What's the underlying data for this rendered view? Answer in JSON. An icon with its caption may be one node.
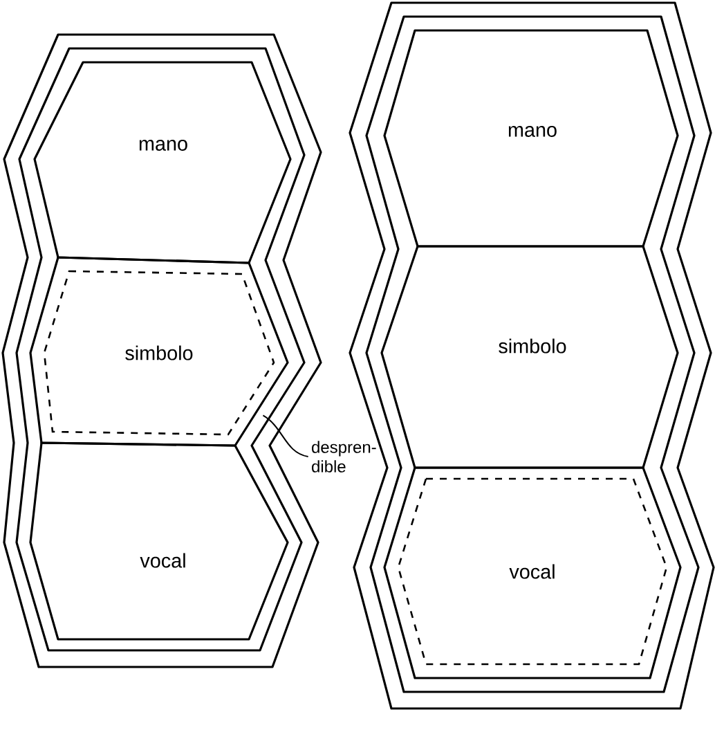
{
  "diagram": {
    "nodes": [
      {
        "text": [],
        "shape": "band"
      },
      {
        "text": [
          "mano"
        ],
        "in": 0
      },
      {
        "text": [],
        "shape": "hexagon",
        "in": 0
      },
      {
        "text": [
          "simbolo"
        ],
        "in": 2
      },
      {
        "text": [
          "vocal"
        ],
        "in": 0
      },
      {
        "text": [],
        "shape": "band"
      },
      {
        "text": [
          "mano"
        ],
        "in": 5
      },
      {
        "text": [
          "simbolo"
        ],
        "in": 5
      },
      {
        "text": [],
        "shape": "hexagon",
        "in": 5
      },
      {
        "text": [
          "vocal"
        ],
        "in": 8
      },
      {
        "text": [
          "despren- dible"
        ]
      }
    ],
    "edges": [
      {
        "from": 10,
        "to": 3,
        "arrow": "none"
      }
    ]
  }
}
